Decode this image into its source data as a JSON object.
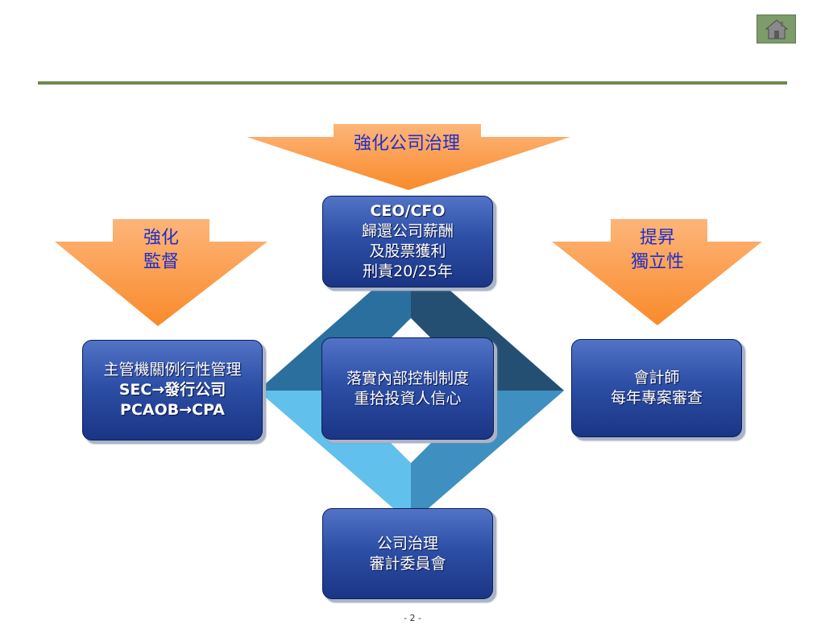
{
  "arrows": {
    "top": "強化公司治理",
    "left": [
      "強化",
      "監督"
    ],
    "right": [
      "提昇",
      "獨立性"
    ]
  },
  "boxes": {
    "top": [
      "CEO/CFO",
      "歸還公司薪酬",
      "及股票獲利",
      "刑責20/25年"
    ],
    "left": [
      "主管機關例行性管理",
      "SEC→發行公司",
      "PCAOB→CPA"
    ],
    "center": [
      "落實內部控制制度",
      "重拾投資人信心"
    ],
    "right": [
      "會計師",
      "每年專案審查"
    ],
    "bottom": [
      "公司治理",
      "審計委員會"
    ]
  },
  "footer": {
    "page": "- 2 -"
  },
  "colors": {
    "arrow_orange": "#fb9b48",
    "arrow_label": "#1e2fc8",
    "box_blue": "#2d4fa6",
    "rule_green": "#6e8a4c",
    "home_button": "#7d9b6b"
  },
  "icons": {
    "home": "home-icon"
  }
}
